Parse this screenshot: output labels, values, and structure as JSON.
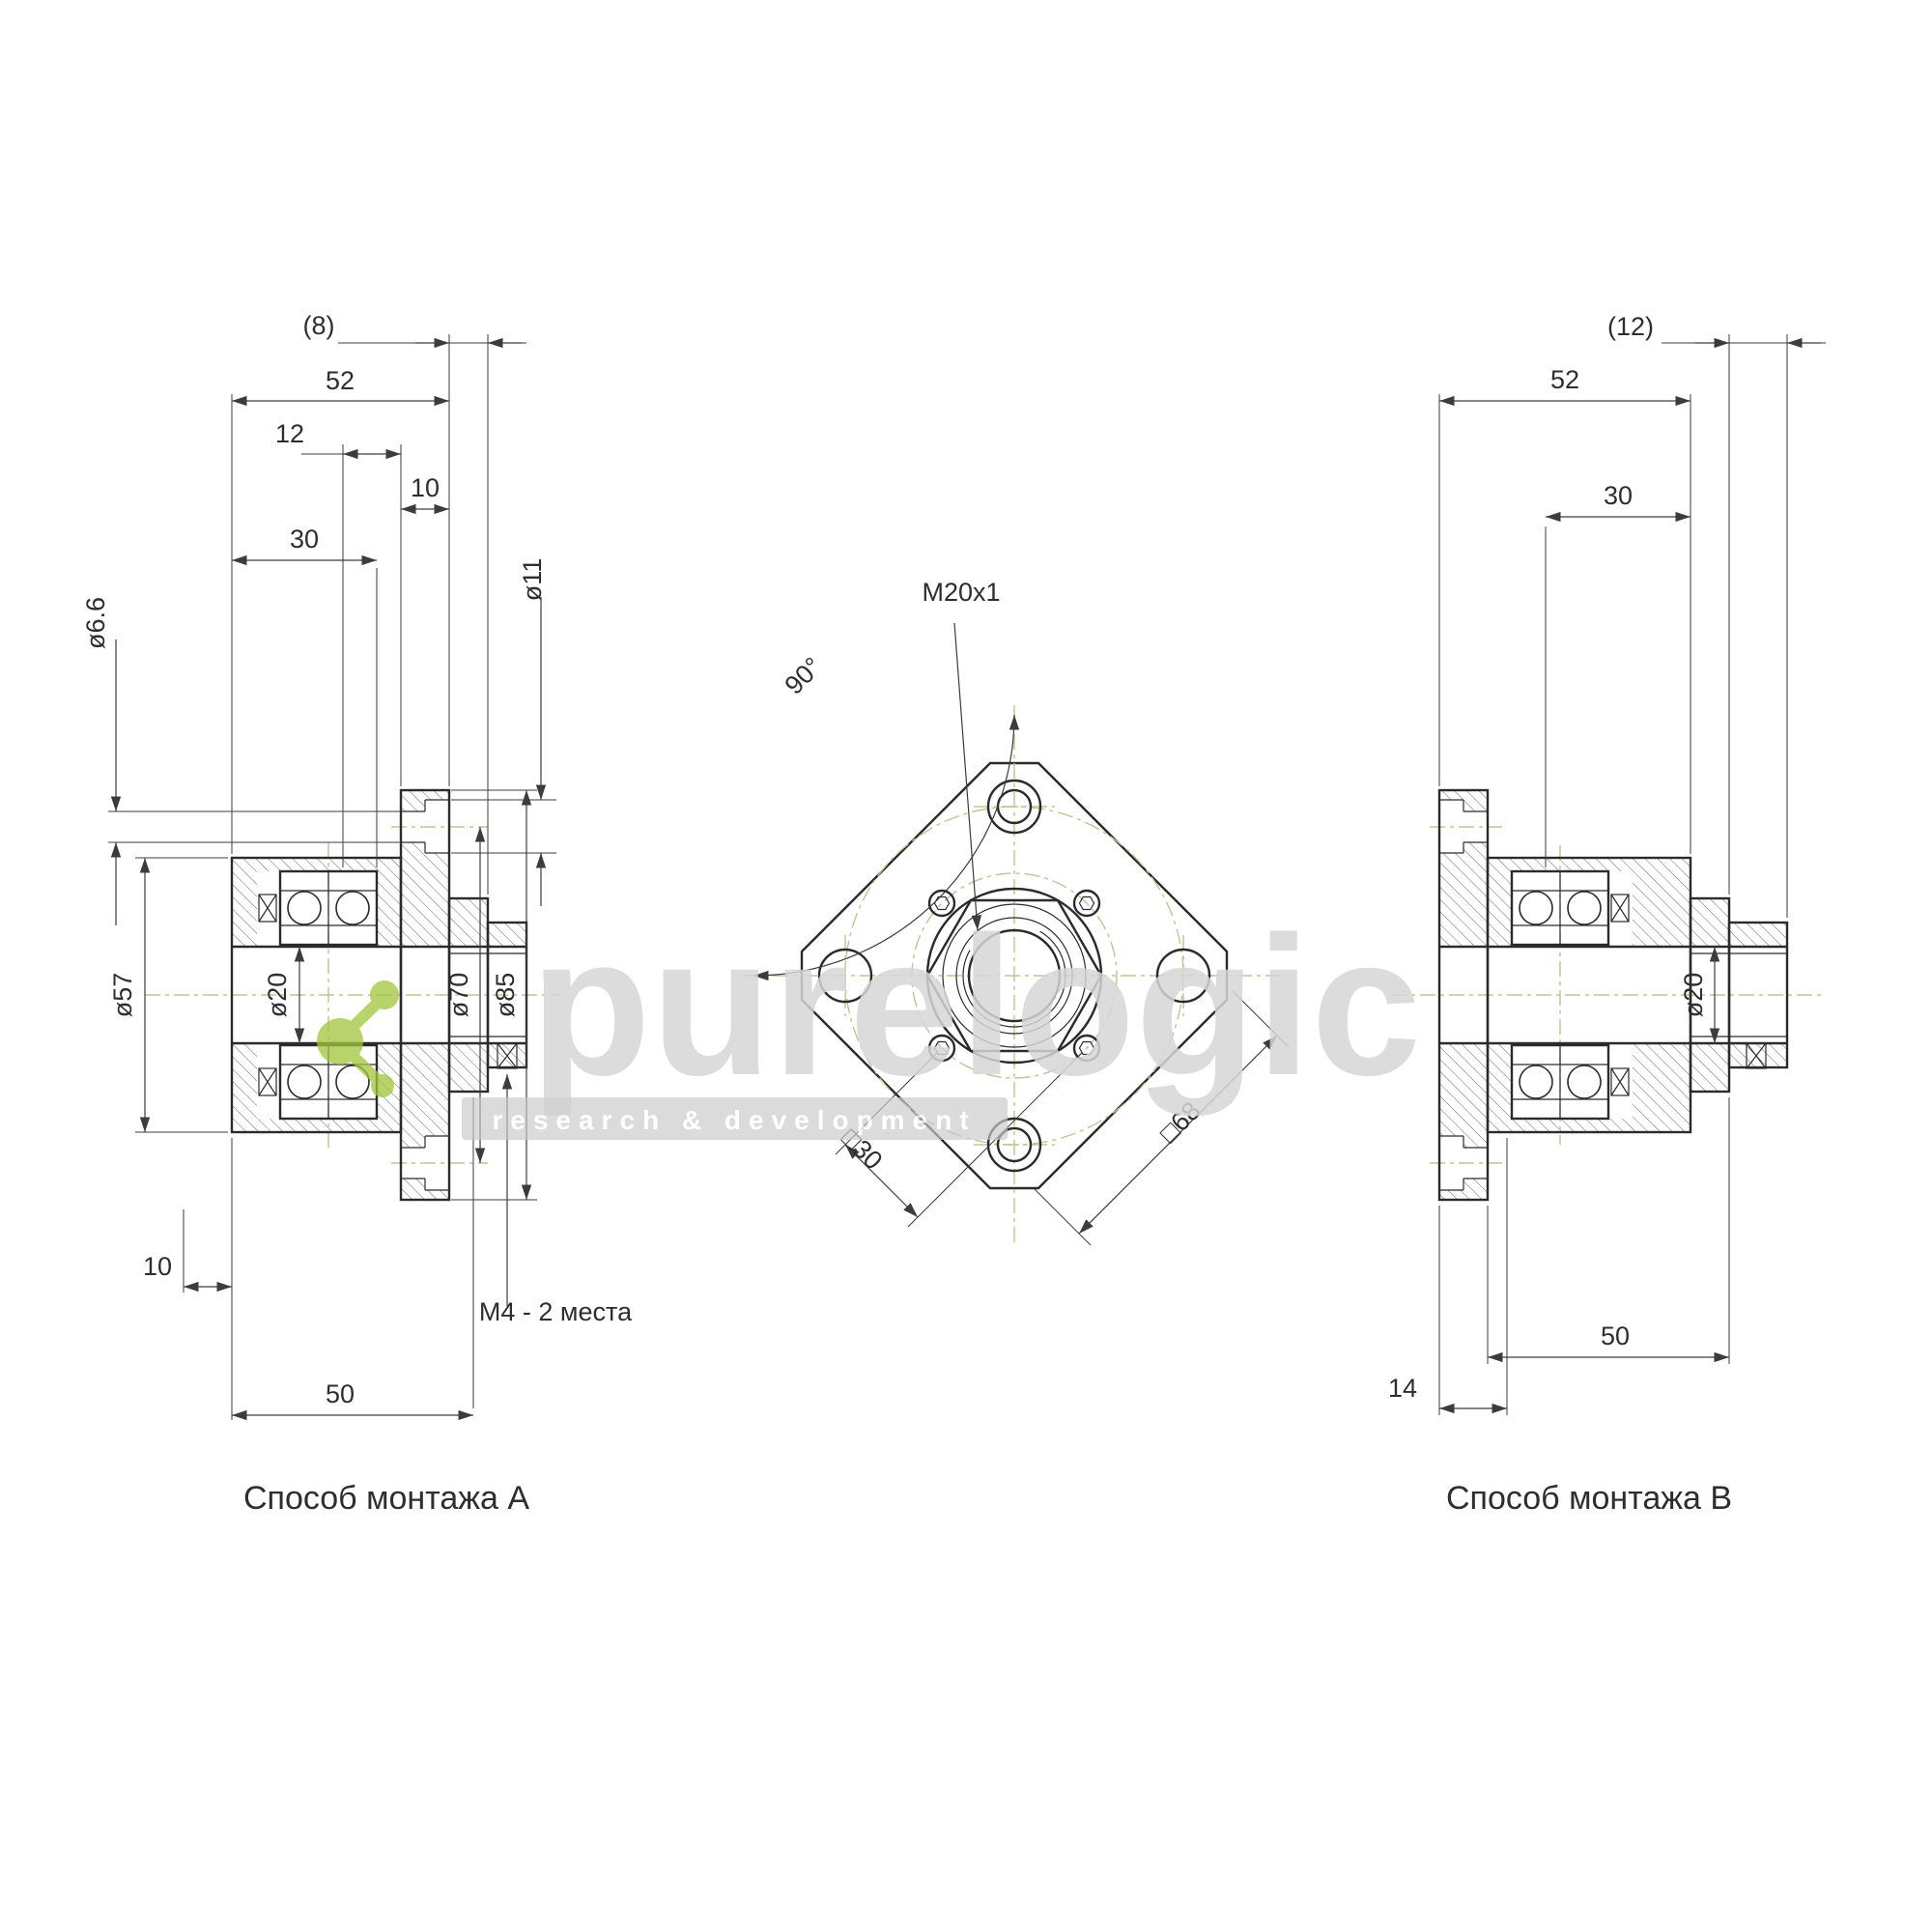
{
  "drawing": {
    "captions": {
      "left": "Способ монтажа А",
      "right": "Способ монтажа В"
    },
    "left_view": {
      "dims": {
        "d8": "(8)",
        "d52": "52",
        "d12": "12",
        "d10t": "10",
        "d30": "30",
        "d66": "ø6.6",
        "d11": "ø11",
        "d57": "ø57",
        "d20": "ø20",
        "d70": "ø70",
        "d85": "ø85",
        "d10b": "10",
        "m4": "M4 - 2 места",
        "d50": "50"
      }
    },
    "front_view": {
      "dims": {
        "a90": "90°",
        "thread": "M20x1",
        "s30": "□30",
        "s68": "□68"
      }
    },
    "right_view": {
      "dims": {
        "d12": "(12)",
        "d52": "52",
        "d30": "30",
        "d20": "ø20",
        "d50": "50",
        "d14": "14"
      }
    }
  },
  "watermark": {
    "brand": "purelogic",
    "tagline": "research & development"
  },
  "colors": {
    "line": "#2b2b2b",
    "dimension": "#3c3c3c",
    "centerline": "#b7c894",
    "accent_green": "#a3c53f",
    "watermark_gray": "#d6d6d6"
  }
}
